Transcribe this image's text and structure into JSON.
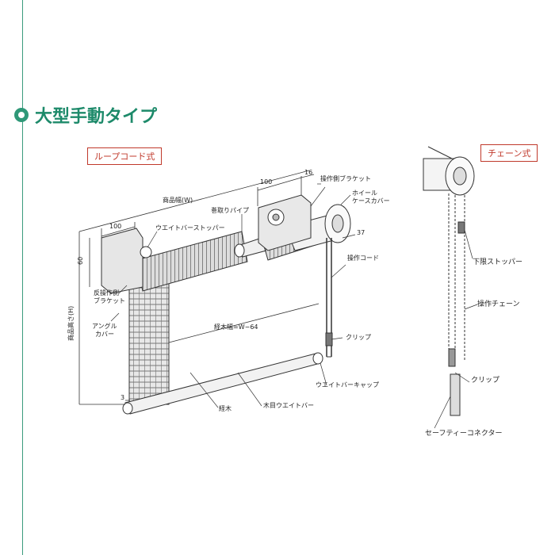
{
  "heading": {
    "title": "大型手動タイプ"
  },
  "tags": {
    "loop": "ループコード式",
    "chain": "チェーン式"
  },
  "dimensions": {
    "d100a": "100",
    "d100b": "100",
    "d16": "16",
    "d60": "60",
    "d37": "37",
    "d3": "3",
    "product_width": "商品幅(W)",
    "product_height": "商品高さ(H)",
    "slat_width": "経木幅=W−64"
  },
  "labels": {
    "operating_bracket": "操作側ブラケット",
    "wheel_cover_1": "ホイール",
    "wheel_cover_2": "ケースカバー",
    "roll_pipe": "巻取りパイプ",
    "weight_stopper": "ウエイトバーストッパー",
    "opposite_bracket_1": "反操作側",
    "opposite_bracket_2": "ブラケット",
    "angle_cover_1": "アングル",
    "angle_cover_2": "カバー",
    "operating_cord": "操作コード",
    "clip": "クリップ",
    "weight_cap": "ウエイトバーキャップ",
    "slat": "経木",
    "wood_weight": "木目ウエイトバー",
    "lower_stopper": "下限ストッパー",
    "operating_chain": "操作チェーン",
    "clip_chain": "クリップ",
    "safety_connector": "セーフティーコネクター"
  },
  "colors": {
    "accent": "#1d8a6a",
    "tag": "#c0392b"
  }
}
